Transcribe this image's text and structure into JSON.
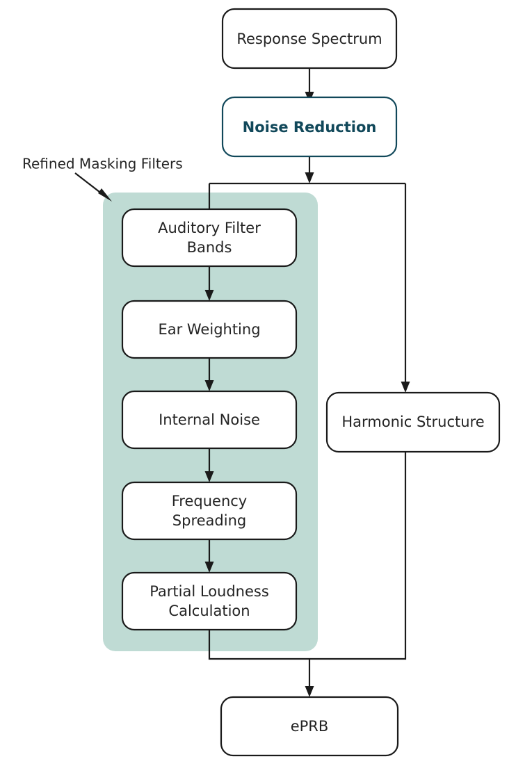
{
  "diagram": {
    "title": "Perceptual Audio Processing Flowchart",
    "type": "flowchart",
    "colors": {
      "group_fill": "#bfdbd4",
      "node_stroke": "#1a1a1a",
      "node_fill": "#ffffff",
      "accent_stroke": "#11485a",
      "accent_text": "#11485a",
      "text": "#242424"
    },
    "annotations": [
      {
        "id": "refined-masking-filters",
        "label": "Refined Masking Filters",
        "points_to": "masking-group"
      }
    ],
    "group": {
      "id": "masking-group",
      "label": "Refined Masking Filters"
    },
    "nodes": [
      {
        "id": "response-spectrum",
        "label": "Response Spectrum",
        "lines": [
          "Response Spectrum"
        ],
        "style": "plain"
      },
      {
        "id": "noise-reduction",
        "label": "Noise Reduction",
        "lines": [
          "Noise Reduction"
        ],
        "style": "accent"
      },
      {
        "id": "auditory-filter-bands",
        "label": "Auditory Filter Bands",
        "lines": [
          "Auditory Filter",
          "Bands"
        ],
        "style": "plain",
        "group": "masking-group"
      },
      {
        "id": "ear-weighting",
        "label": "Ear Weighting",
        "lines": [
          "Ear Weighting"
        ],
        "style": "plain",
        "group": "masking-group"
      },
      {
        "id": "internal-noise",
        "label": "Internal Noise",
        "lines": [
          "Internal Noise"
        ],
        "style": "plain",
        "group": "masking-group"
      },
      {
        "id": "frequency-spreading",
        "label": "Frequency Spreading",
        "lines": [
          "Frequency",
          "Spreading"
        ],
        "style": "plain",
        "group": "masking-group"
      },
      {
        "id": "partial-loudness-calculation",
        "label": "Partial Loudness Calculation",
        "lines": [
          "Partial Loudness",
          "Calculation"
        ],
        "style": "plain",
        "group": "masking-group"
      },
      {
        "id": "harmonic-structure",
        "label": "Harmonic Structure",
        "lines": [
          "Harmonic Structure"
        ],
        "style": "plain"
      },
      {
        "id": "eprb",
        "label": "ePRB",
        "lines": [
          "ePRB"
        ],
        "style": "plain"
      }
    ],
    "edges": [
      {
        "from": "response-spectrum",
        "to": "noise-reduction"
      },
      {
        "from": "noise-reduction",
        "to": "auditory-filter-bands"
      },
      {
        "from": "noise-reduction",
        "to": "harmonic-structure"
      },
      {
        "from": "auditory-filter-bands",
        "to": "ear-weighting"
      },
      {
        "from": "ear-weighting",
        "to": "internal-noise"
      },
      {
        "from": "internal-noise",
        "to": "frequency-spreading"
      },
      {
        "from": "frequency-spreading",
        "to": "partial-loudness-calculation"
      },
      {
        "from": "partial-loudness-calculation",
        "to": "eprb"
      },
      {
        "from": "harmonic-structure",
        "to": "eprb"
      }
    ]
  },
  "labels": {
    "response_spectrum": "Response Spectrum",
    "noise_reduction": "Noise Reduction",
    "auditory_filter_line1": "Auditory Filter",
    "auditory_filter_line2": "Bands",
    "ear_weighting": "Ear Weighting",
    "internal_noise": "Internal Noise",
    "frequency_spreading_line1": "Frequency",
    "frequency_spreading_line2": "Spreading",
    "partial_loudness_line1": "Partial Loudness",
    "partial_loudness_line2": "Calculation",
    "harmonic_structure": "Harmonic Structure",
    "eprb": "ePRB",
    "refined_masking_filters": "Refined Masking Filters"
  }
}
